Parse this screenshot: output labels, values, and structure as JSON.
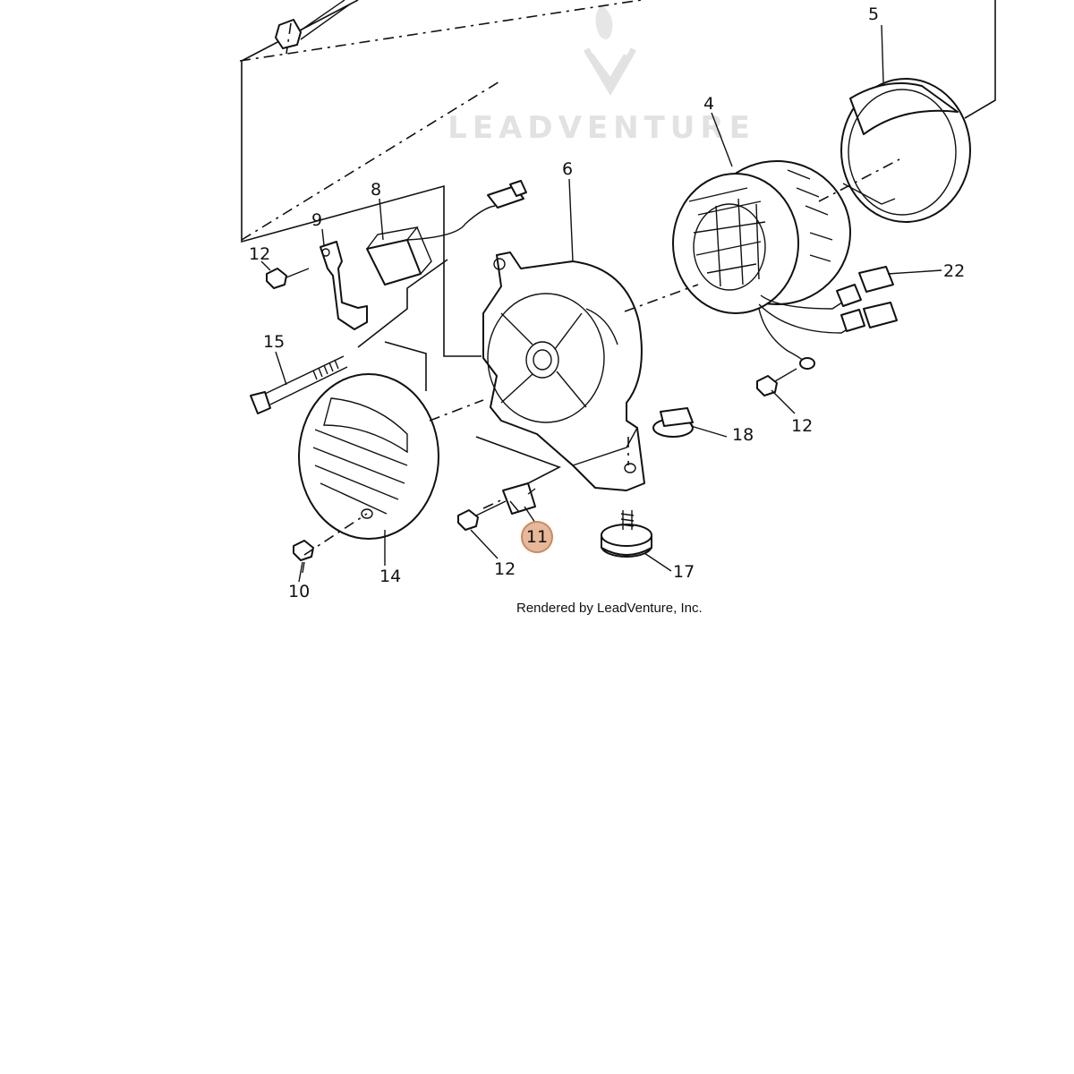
{
  "diagram": {
    "watermark": "LEADVENTURE",
    "credit": "Rendered by LeadVenture, Inc.",
    "highlight_color": "#e8b89a",
    "callouts": {
      "c4": "4",
      "c5": "5",
      "c6": "6",
      "c8": "8",
      "c9": "9",
      "c10": "10",
      "c11": "11",
      "c12a": "12",
      "c12b": "12",
      "c12c": "12",
      "c14": "14",
      "c15": "15",
      "c17": "17",
      "c18": "18",
      "c22": "22"
    }
  }
}
